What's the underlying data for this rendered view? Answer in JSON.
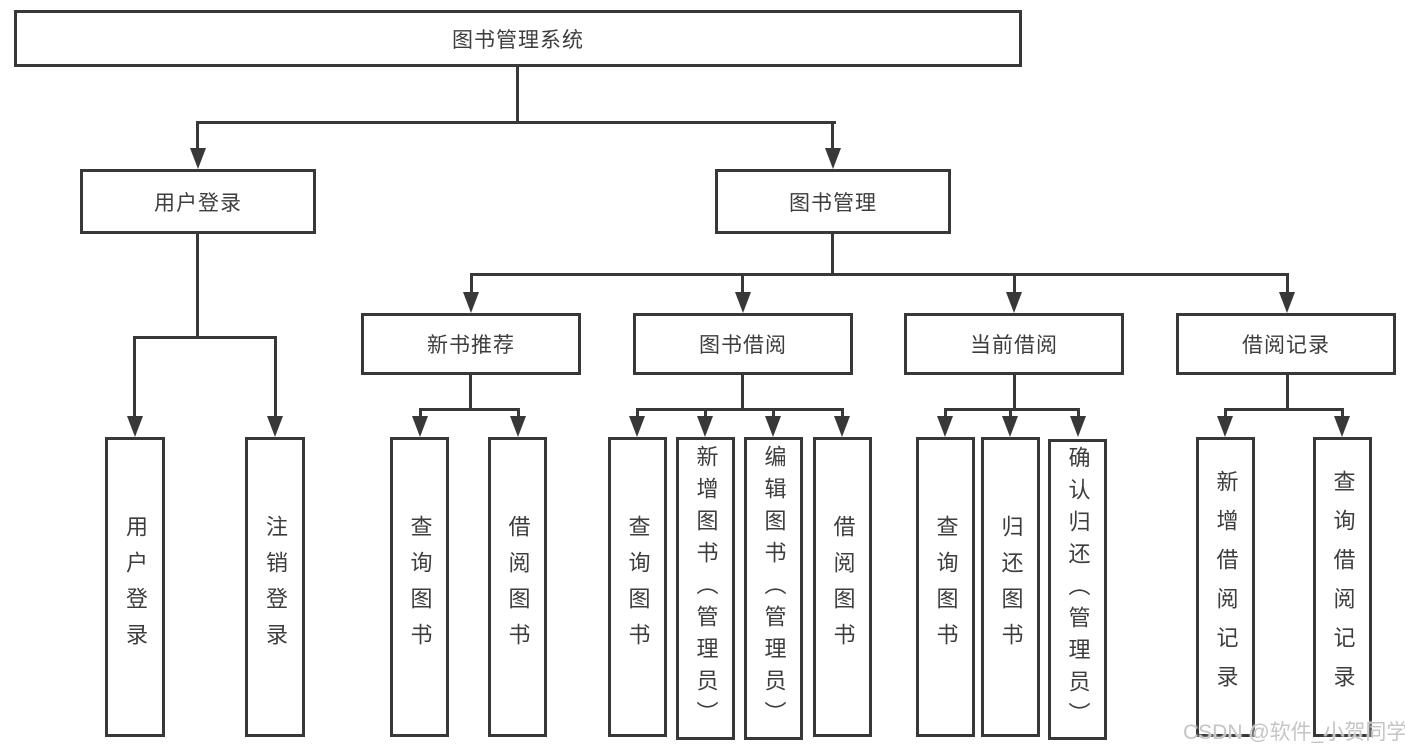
{
  "nodes": {
    "root": "图书管理系统",
    "user_login": "用户登录",
    "book_management": "图书管理",
    "new_book_recommend": "新书推荐",
    "book_borrow": "图书借阅",
    "current_borrow": "当前借阅",
    "borrow_records": "借阅记录",
    "leaf_user_login": "用户登录",
    "leaf_logout": "注销登录",
    "nb_query_books": "查询图书",
    "nb_borrow_books": "借阅图书",
    "bb_query_books": "查询图书",
    "bb_add_books_admin": "新增图书（管理员）",
    "bb_edit_books_admin": "编辑图书（管理员）",
    "bb_borrow_books": "借阅图书",
    "cb_query_books": "查询图书",
    "cb_return_books": "归还图书",
    "cb_confirm_return_admin": "确认归还（管理员）",
    "br_add_record": "新增借阅记录",
    "br_query_record": "查询借阅记录"
  },
  "watermark": "CSDN @软件_小贺同学",
  "colors": {
    "line": "#383838",
    "text": "#3d3d3d",
    "background": "#ffffff",
    "watermark": "#c5c5c5"
  }
}
